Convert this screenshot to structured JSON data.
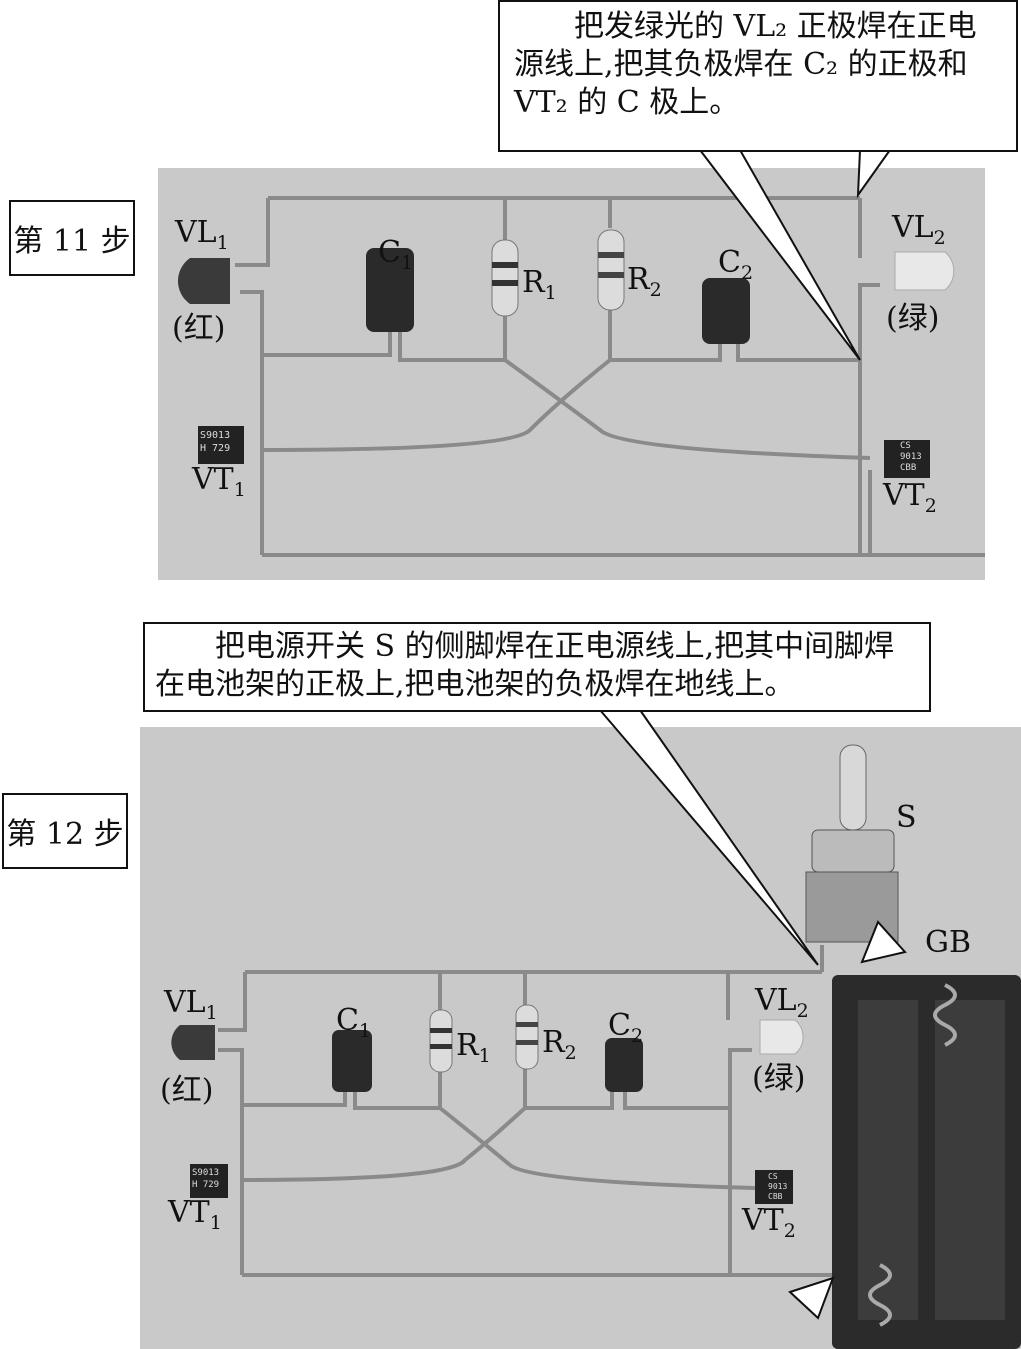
{
  "step11": {
    "step_label": "第 11 步",
    "callout_text": "把发绿光的 VL₂ 正极焊在正电源线上,把其负极焊在 C₂ 的正极和 VT₂ 的 C 极上。",
    "labels": {
      "vl1_base": "VL",
      "vl1_sub": "1",
      "vl1_color": "(红)",
      "c1_base": "C",
      "c1_sub": "1",
      "r1_base": "R",
      "r1_sub": "1",
      "r2_base": "R",
      "r2_sub": "2",
      "c2_base": "C",
      "c2_sub": "2",
      "vl2_base": "VL",
      "vl2_sub": "2",
      "vl2_color": "(绿)",
      "vt1_base": "VT",
      "vt1_sub": "1",
      "vt2_base": "VT",
      "vt2_sub": "2"
    },
    "markings": {
      "vt1_mark_1": "S9013",
      "vt1_mark_2": "H 729",
      "vt2_mark_1": "CS",
      "vt2_mark_2": "9013",
      "vt2_mark_3": "CBB"
    }
  },
  "step12": {
    "step_label": "第 12 步",
    "callout_text": "把电源开关 S 的侧脚焊在正电源线上,把其中间脚焊在电池架的正极上,把电池架的负极焊在地线上。",
    "labels": {
      "s": "S",
      "gb": "GB",
      "vl1_base": "VL",
      "vl1_sub": "1",
      "vl1_color": "(红)",
      "c1_base": "C",
      "c1_sub": "1",
      "r1_base": "R",
      "r1_sub": "1",
      "r2_base": "R",
      "r2_sub": "2",
      "c2_base": "C",
      "c2_sub": "2",
      "vl2_base": "VL",
      "vl2_sub": "2",
      "vl2_color": "(绿)",
      "vt1_base": "VT",
      "vt1_sub": "1",
      "vt2_base": "VT",
      "vt2_sub": "2"
    },
    "markings": {
      "vt1_mark_1": "S9013",
      "vt1_mark_2": "H 729",
      "vt2_mark_1": "CS",
      "vt2_mark_2": "9013",
      "vt2_mark_3": "CBB"
    }
  },
  "colors": {
    "photo_bg": "#c9c9c9",
    "wire": "#8a8a8a",
    "led_red": "#3a3a3a",
    "led_green": "#e8e8e8"
  }
}
